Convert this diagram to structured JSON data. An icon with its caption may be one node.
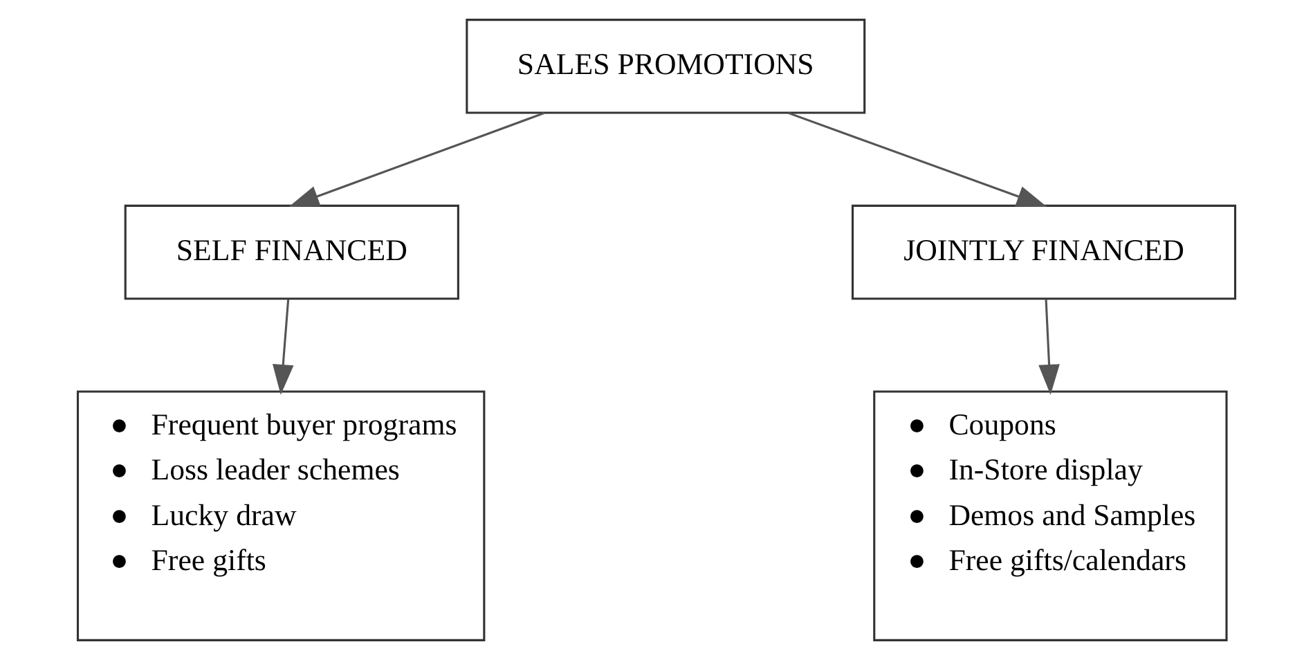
{
  "diagram": {
    "nodes": [
      {
        "text": [
          "SALES PROMOTIONS"
        ]
      },
      {
        "text": [
          "SELF FINANCED"
        ]
      },
      {
        "text": [
          "JOINTLY FINANCED"
        ]
      },
      {
        "text": [
          "●   Frequent buyer programs",
          "●   Loss leader schemes",
          "●   Lucky draw",
          "●   Free gifts"
        ]
      },
      {
        "text": [
          "●   Coupons",
          "●   In-Store display",
          "●   Demos and Samples",
          "●   Free gifts/calendars"
        ]
      }
    ],
    "edges": [
      {
        "from": 0,
        "to": 1,
        "arrow": "to"
      },
      {
        "from": 0,
        "to": 2,
        "arrow": "to"
      },
      {
        "from": 1,
        "to": 3,
        "arrow": "to"
      },
      {
        "from": 2,
        "to": 4,
        "arrow": "to"
      }
    ]
  }
}
